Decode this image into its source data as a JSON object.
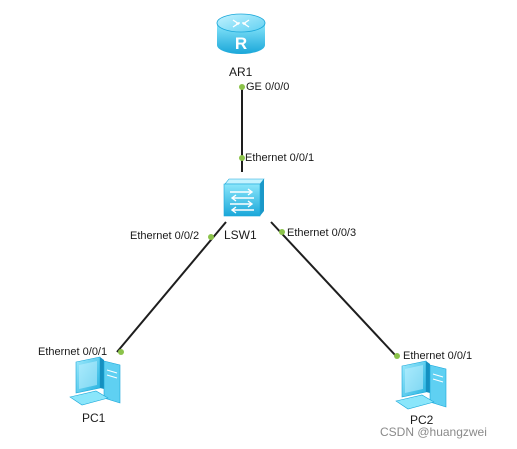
{
  "devices": {
    "router": {
      "name": "AR1",
      "port": "GE 0/0/0",
      "icon": "router-icon"
    },
    "switch": {
      "name": "LSW1",
      "ports": {
        "uplink": "Ethernet 0/0/1",
        "pc1_link": "Ethernet 0/0/2",
        "pc2_link": "Ethernet 0/0/3"
      },
      "icon": "switch-icon"
    },
    "pc1": {
      "name": "PC1",
      "port": "Ethernet 0/0/1",
      "icon": "pc-icon"
    },
    "pc2": {
      "name": "PC2",
      "port": "Ethernet 0/0/1",
      "icon": "pc-icon"
    }
  },
  "colors": {
    "link": "#1e1e1e",
    "port_dot": "#8bc34a",
    "device_light": "#7ee0fa",
    "device_dark": "#12a6d8"
  },
  "watermark": "CSDN @huangzwei"
}
